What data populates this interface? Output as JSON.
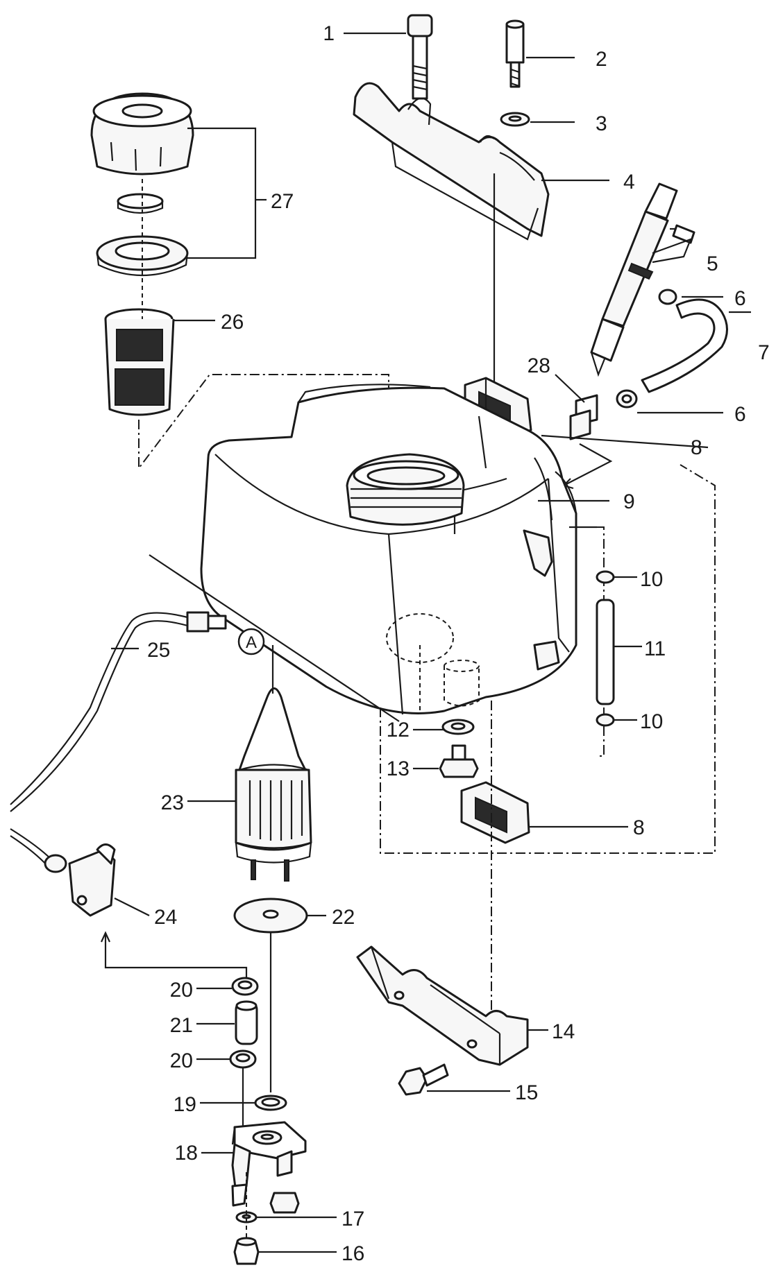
{
  "labels": {
    "p1": "1",
    "p2": "2",
    "p3": "3",
    "p4": "4",
    "p5": "5",
    "p6a": "6",
    "p6b": "6",
    "p7": "7",
    "p8a": "8",
    "p8b": "8",
    "p9": "9",
    "p10a": "10",
    "p10b": "10",
    "p11": "11",
    "p12": "12",
    "p13": "13",
    "p14": "14",
    "p15": "15",
    "p16": "16",
    "p17": "17",
    "p18": "18",
    "p19": "19",
    "p20a": "20",
    "p20b": "20",
    "p21": "21",
    "p22": "22",
    "p23": "23",
    "p24": "24",
    "p25": "25",
    "p26": "26",
    "p27": "27",
    "p28": "28",
    "ref_a": "A"
  },
  "colors": {
    "ink": "#1a1a1a",
    "paper": "#ffffff"
  }
}
